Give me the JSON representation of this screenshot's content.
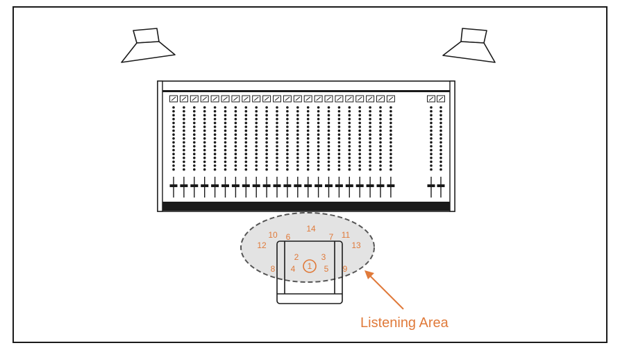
{
  "colors": {
    "line": "#1a1a1a",
    "accent": "#e07a3a",
    "area_fill": "#e3e3e3",
    "area_stroke": "#555555"
  },
  "mixer": {
    "channel_count": 22,
    "extra_channel_count": 2
  },
  "listening_positions": [
    "1",
    "2",
    "3",
    "4",
    "5",
    "6",
    "7",
    "8",
    "9",
    "10",
    "11",
    "12",
    "13",
    "14"
  ],
  "listening_area_label": "Listening Area"
}
